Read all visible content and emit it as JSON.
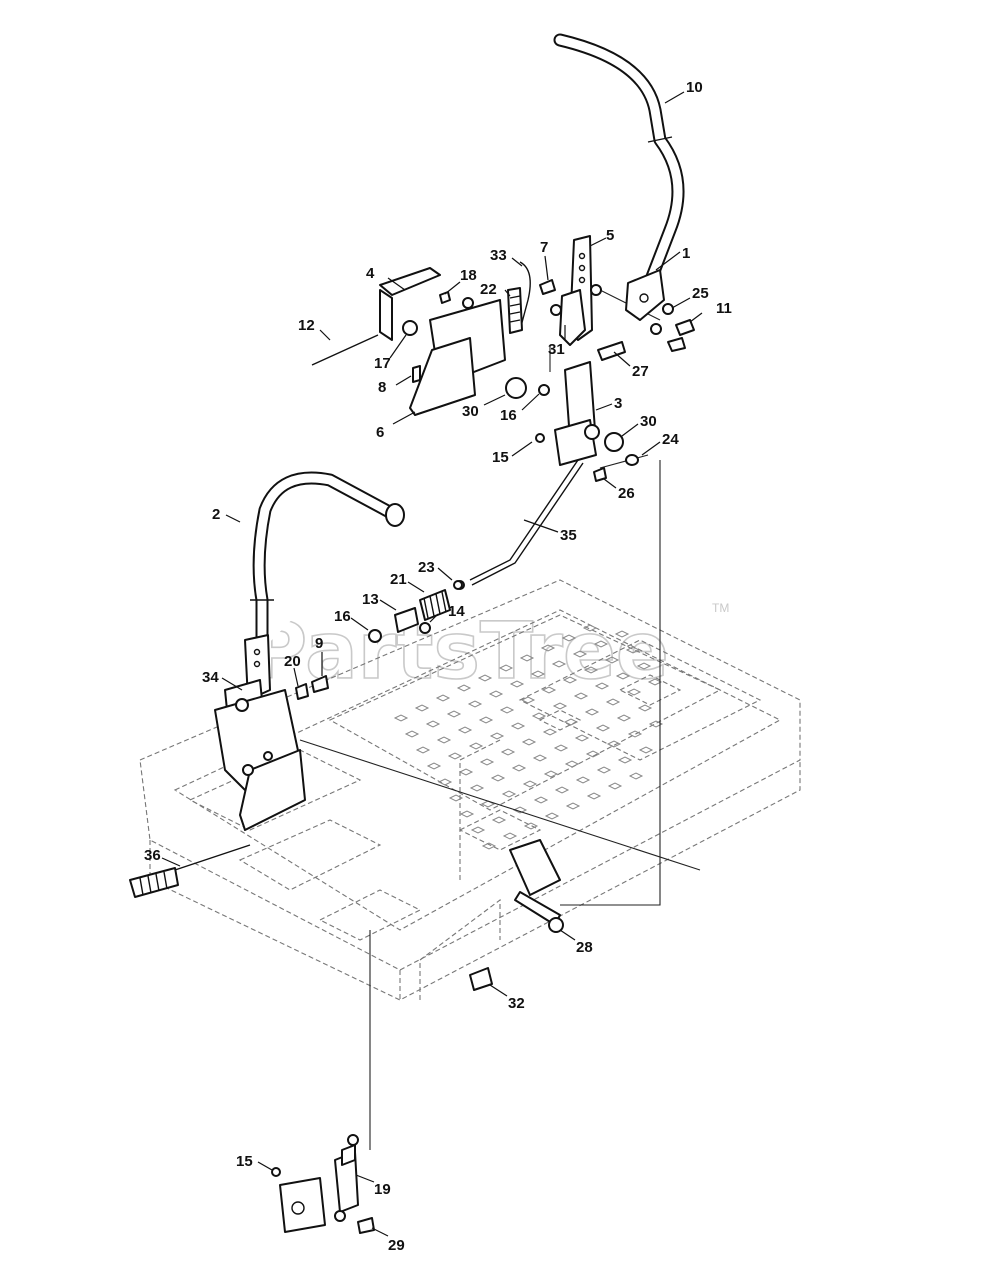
{
  "watermark": {
    "text": "PartsTree",
    "trademark": "TM"
  },
  "callouts": [
    {
      "id": "10",
      "label": "10"
    },
    {
      "id": "1",
      "label": "1"
    },
    {
      "id": "5",
      "label": "5"
    },
    {
      "id": "7",
      "label": "7"
    },
    {
      "id": "33",
      "label": "33"
    },
    {
      "id": "4",
      "label": "4"
    },
    {
      "id": "18",
      "label": "18"
    },
    {
      "id": "22",
      "label": "22"
    },
    {
      "id": "25",
      "label": "25"
    },
    {
      "id": "11",
      "label": "11"
    },
    {
      "id": "12",
      "label": "12"
    },
    {
      "id": "17",
      "label": "17"
    },
    {
      "id": "31",
      "label": "31"
    },
    {
      "id": "27",
      "label": "27"
    },
    {
      "id": "8",
      "label": "8"
    },
    {
      "id": "30a",
      "label": "30"
    },
    {
      "id": "16a",
      "label": "16"
    },
    {
      "id": "3",
      "label": "3"
    },
    {
      "id": "30b",
      "label": "30"
    },
    {
      "id": "6",
      "label": "6"
    },
    {
      "id": "24",
      "label": "24"
    },
    {
      "id": "15a",
      "label": "15"
    },
    {
      "id": "26",
      "label": "26"
    },
    {
      "id": "2",
      "label": "2"
    },
    {
      "id": "35",
      "label": "35"
    },
    {
      "id": "23",
      "label": "23"
    },
    {
      "id": "21",
      "label": "21"
    },
    {
      "id": "13",
      "label": "13"
    },
    {
      "id": "16b",
      "label": "16"
    },
    {
      "id": "14",
      "label": "14"
    },
    {
      "id": "9",
      "label": "9"
    },
    {
      "id": "20",
      "label": "20"
    },
    {
      "id": "34",
      "label": "34"
    },
    {
      "id": "36",
      "label": "36"
    },
    {
      "id": "28",
      "label": "28"
    },
    {
      "id": "32",
      "label": "32"
    },
    {
      "id": "15b",
      "label": "15"
    },
    {
      "id": "19",
      "label": "19"
    },
    {
      "id": "29",
      "label": "29"
    }
  ]
}
